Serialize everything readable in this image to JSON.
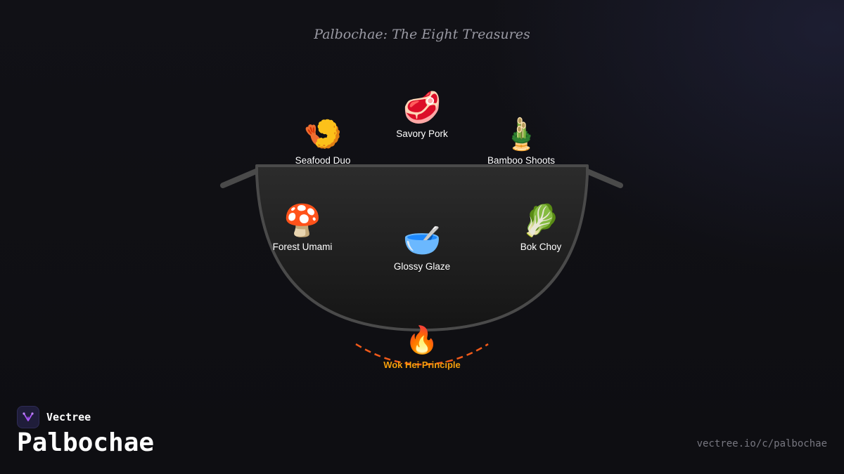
{
  "title": "Palbochae: The Eight Treasures",
  "ingredients": [
    {
      "emoji": "🍤",
      "label": "Seafood Duo"
    },
    {
      "emoji": "🥩",
      "label": "Savory Pork"
    },
    {
      "emoji": "🎍",
      "label": "Bamboo Shoots"
    },
    {
      "emoji": "🍄",
      "label": "Forest Umami"
    },
    {
      "emoji": "🥣",
      "label": "Glossy Glaze"
    },
    {
      "emoji": "🥬",
      "label": "Bok Choy"
    }
  ],
  "heat": {
    "emoji": "🔥",
    "label": "Wok Hei Principle"
  },
  "brand": {
    "name": "Vectree"
  },
  "page_title": "Palbochae",
  "url": "vectree.io/c/palbochae",
  "colors": {
    "background": "#0f0f13",
    "wok_rim": "#4a4a4a",
    "heat_arc": "#f05a1a",
    "heat_label": "#f59e0b",
    "brand_accent": "#a855f7"
  }
}
